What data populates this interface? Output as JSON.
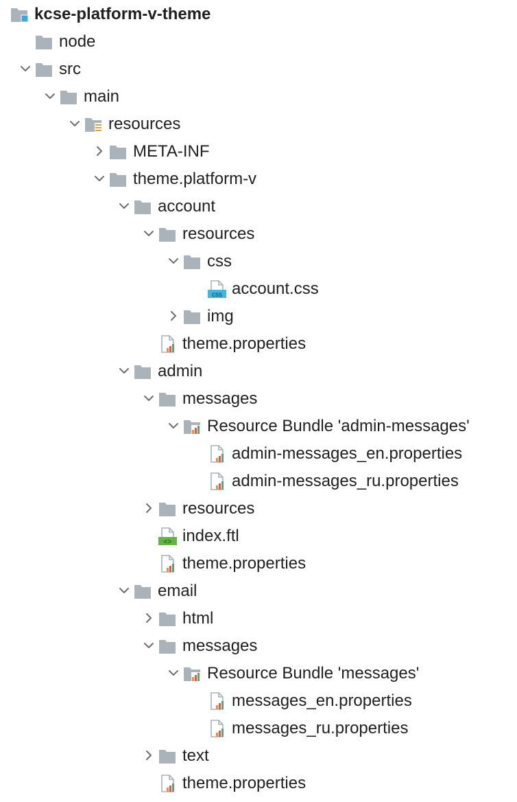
{
  "project_tree": {
    "rows": [
      {
        "name": "tree-row-kcse-platform-v-theme",
        "label": "kcse-platform-v-theme",
        "depth": 0,
        "expand": "none",
        "icon": "module-folder-icon",
        "bold": true
      },
      {
        "name": "tree-row-node",
        "label": "node",
        "depth": 1,
        "expand": "none",
        "icon": "folder-icon"
      },
      {
        "name": "tree-row-src",
        "label": "src",
        "depth": 1,
        "expand": "expanded",
        "icon": "folder-icon"
      },
      {
        "name": "tree-row-main",
        "label": "main",
        "depth": 2,
        "expand": "expanded",
        "icon": "folder-icon"
      },
      {
        "name": "tree-row-resources-root",
        "label": "resources",
        "depth": 3,
        "expand": "expanded",
        "icon": "resources-root-folder-icon"
      },
      {
        "name": "tree-row-meta-inf",
        "label": "META-INF",
        "depth": 4,
        "expand": "collapsed",
        "icon": "folder-icon"
      },
      {
        "name": "tree-row-theme-platform-v",
        "label": "theme.platform-v",
        "depth": 4,
        "expand": "expanded",
        "icon": "folder-icon"
      },
      {
        "name": "tree-row-account",
        "label": "account",
        "depth": 5,
        "expand": "expanded",
        "icon": "folder-icon"
      },
      {
        "name": "tree-row-account-resources",
        "label": "resources",
        "depth": 6,
        "expand": "expanded",
        "icon": "folder-icon"
      },
      {
        "name": "tree-row-css",
        "label": "css",
        "depth": 7,
        "expand": "expanded",
        "icon": "folder-icon"
      },
      {
        "name": "tree-row-account-css",
        "label": "account.css",
        "depth": 8,
        "expand": "none",
        "icon": "css-file-icon"
      },
      {
        "name": "tree-row-img",
        "label": "img",
        "depth": 7,
        "expand": "collapsed",
        "icon": "folder-icon"
      },
      {
        "name": "tree-row-account-theme-properties",
        "label": "theme.properties",
        "depth": 6,
        "expand": "none",
        "icon": "properties-file-icon"
      },
      {
        "name": "tree-row-admin",
        "label": "admin",
        "depth": 5,
        "expand": "expanded",
        "icon": "folder-icon"
      },
      {
        "name": "tree-row-admin-messages",
        "label": "messages",
        "depth": 6,
        "expand": "expanded",
        "icon": "folder-icon"
      },
      {
        "name": "tree-row-admin-resource-bundle",
        "label": "Resource Bundle 'admin-messages'",
        "depth": 7,
        "expand": "expanded",
        "icon": "resource-bundle-icon"
      },
      {
        "name": "tree-row-admin-messages-en",
        "label": "admin-messages_en.properties",
        "depth": 8,
        "expand": "none",
        "icon": "properties-file-icon"
      },
      {
        "name": "tree-row-admin-messages-ru",
        "label": "admin-messages_ru.properties",
        "depth": 8,
        "expand": "none",
        "icon": "properties-file-icon"
      },
      {
        "name": "tree-row-admin-resources",
        "label": "resources",
        "depth": 6,
        "expand": "collapsed",
        "icon": "folder-icon"
      },
      {
        "name": "tree-row-index-ftl",
        "label": "index.ftl",
        "depth": 6,
        "expand": "none",
        "icon": "ftl-file-icon"
      },
      {
        "name": "tree-row-admin-theme-properties",
        "label": "theme.properties",
        "depth": 6,
        "expand": "none",
        "icon": "properties-file-icon"
      },
      {
        "name": "tree-row-email",
        "label": "email",
        "depth": 5,
        "expand": "expanded",
        "icon": "folder-icon"
      },
      {
        "name": "tree-row-html",
        "label": "html",
        "depth": 6,
        "expand": "collapsed",
        "icon": "folder-icon"
      },
      {
        "name": "tree-row-email-messages",
        "label": "messages",
        "depth": 6,
        "expand": "expanded",
        "icon": "folder-icon"
      },
      {
        "name": "tree-row-email-resource-bundle",
        "label": "Resource Bundle 'messages'",
        "depth": 7,
        "expand": "expanded",
        "icon": "resource-bundle-icon"
      },
      {
        "name": "tree-row-messages-en",
        "label": "messages_en.properties",
        "depth": 8,
        "expand": "none",
        "icon": "properties-file-icon"
      },
      {
        "name": "tree-row-messages-ru",
        "label": "messages_ru.properties",
        "depth": 8,
        "expand": "none",
        "icon": "properties-file-icon"
      },
      {
        "name": "tree-row-text",
        "label": "text",
        "depth": 6,
        "expand": "collapsed",
        "icon": "folder-icon"
      },
      {
        "name": "tree-row-email-theme-properties",
        "label": "theme.properties",
        "depth": 6,
        "expand": "none",
        "icon": "properties-file-icon"
      }
    ],
    "icon_badges": {
      "css": "css",
      "ftl": "<>"
    },
    "colors": {
      "folder": "#aab3ba",
      "chevron": "#6e6e6e",
      "css_badge": "#40b6e0",
      "ftl_badge": "#62b543",
      "bar_orange": "#f98b3a",
      "bar_red": "#e05555",
      "bar_green": "#59a869",
      "module_square": "#3ea6de",
      "resources_lines": "#d9a343"
    }
  }
}
